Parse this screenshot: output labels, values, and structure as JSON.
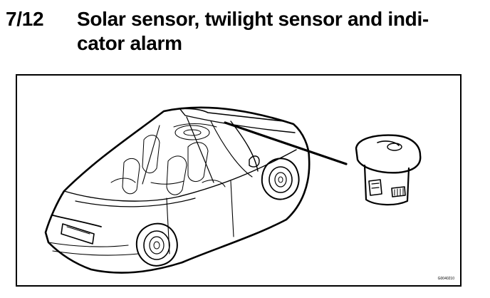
{
  "section": {
    "number": "7/12",
    "title_line_1": "Solar sensor, twilight sensor and indi-",
    "title_line_2": "cator alarm"
  },
  "figure": {
    "code": "G0040210",
    "content": "car-with-solar-sensor-detail",
    "colors": {
      "stroke": "#000000",
      "fill": "#ffffff"
    }
  }
}
